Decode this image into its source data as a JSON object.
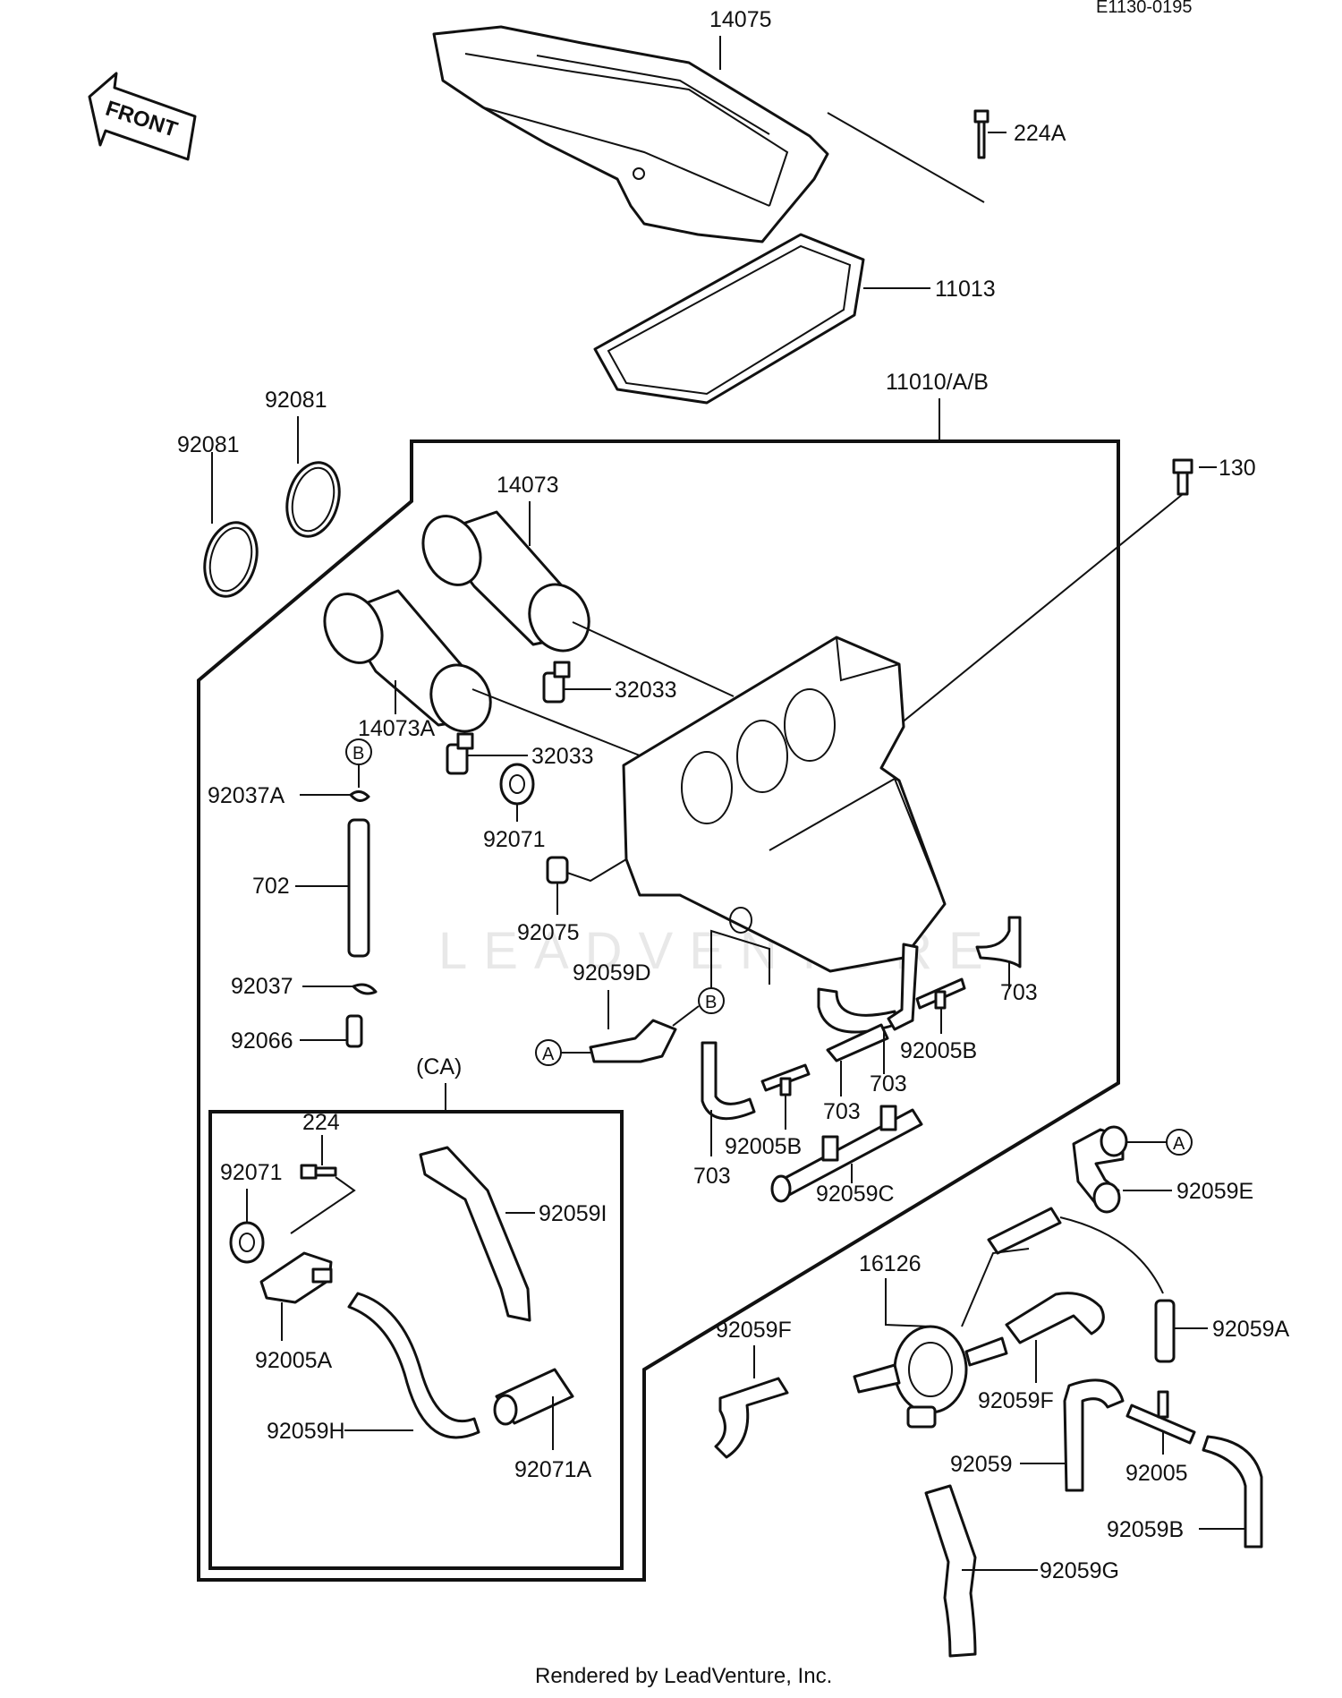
{
  "header": {
    "code": "E1130-0195"
  },
  "front_arrow": {
    "label": "FRONT"
  },
  "watermark": "LEADVENTURE",
  "footer": {
    "credit": "Rendered by LeadVenture, Inc."
  },
  "parts": {
    "p14075": "14075",
    "p224A": "224A",
    "p11013": "11013",
    "p11010": "11010/A/B",
    "p92081a": "92081",
    "p92081b": "92081",
    "p130": "130",
    "p14073": "14073",
    "p32033a": "32033",
    "p14073A": "14073A",
    "p32033b": "32033",
    "p92037A": "92037A",
    "p92071a": "92071",
    "p702": "702",
    "p92075": "92075",
    "p92059D": "92059D",
    "p92037": "92037",
    "p703a": "703",
    "p92005Ba": "92005B",
    "p703b": "703",
    "p92066": "92066",
    "p703c": "703",
    "p92005Bb": "92005B",
    "p703d": "703",
    "pCA": "(CA)",
    "p224": "224",
    "p92071b": "92071",
    "p92059I": "92059I",
    "p92059C": "92059C",
    "p92059E": "92059E",
    "p16126": "16126",
    "p92059A": "92059A",
    "p92005A": "92005A",
    "p92059Fa": "92059F",
    "p92059Fb": "92059F",
    "p92059H": "92059H",
    "p92071A": "92071A",
    "p92059": "92059",
    "p92005": "92005",
    "p92059B": "92059B",
    "p92059G": "92059G"
  },
  "callouts": {
    "A1": "A",
    "A2": "A",
    "B1": "B",
    "B2": "B"
  }
}
